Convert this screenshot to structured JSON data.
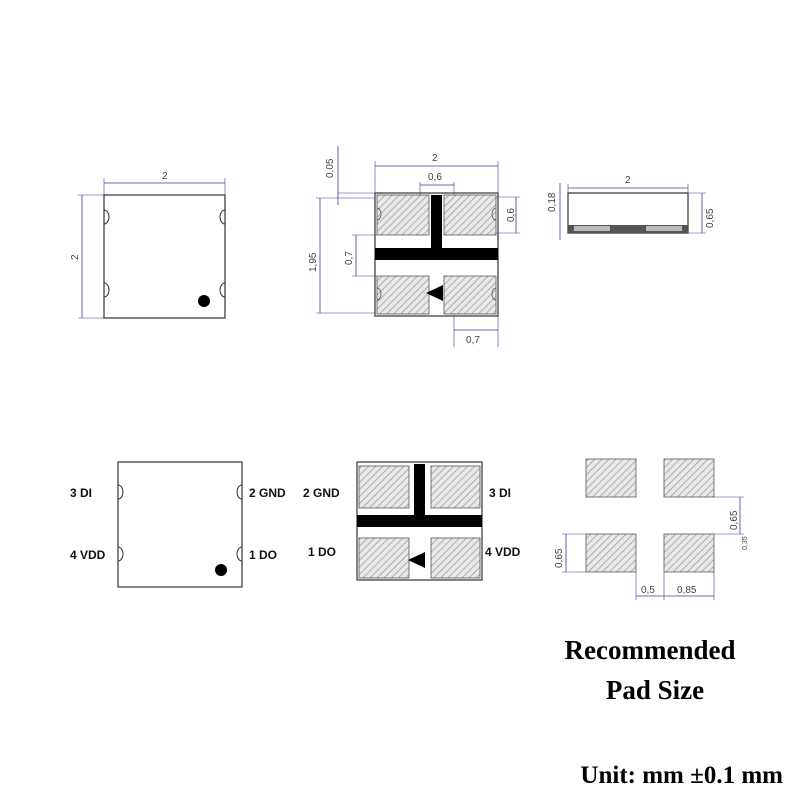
{
  "top_view": {
    "width_label": "2",
    "height_label": "2"
  },
  "bottom_view": {
    "offset_label": "0,05",
    "width_label": "2",
    "center_label": "0,6",
    "pad_width_label": "0,6",
    "height_label": "1,95",
    "pad_pitch_label": "0,7",
    "pad_len_label": "0,7"
  },
  "side_view": {
    "width_label": "2",
    "base_label": "0,18",
    "height_label": "0,65"
  },
  "pinout_top": {
    "pin3": "3 DI",
    "pin2": "2 GND",
    "pin4": "4 VDD",
    "pin1": "1 DO"
  },
  "pinout_bottom": {
    "pin2": "2 GND",
    "pin3": "3 DI",
    "pin1": "1 DO",
    "pin4": "4 VDD"
  },
  "pad_layout": {
    "gap_label": "0,65",
    "pad_height_label": "0,65",
    "spacing_label": "0,5",
    "pad_width_label": "0,85",
    "small_label": "0,35"
  },
  "caption": {
    "line1": "Recommended",
    "line2": "Pad Size"
  },
  "unit_text": "Unit: mm ±0.1 mm",
  "colors": {
    "dimension": "#3a3aa6",
    "outline": "#333333",
    "pad": "#d9d9d9",
    "bar": "#000000"
  }
}
